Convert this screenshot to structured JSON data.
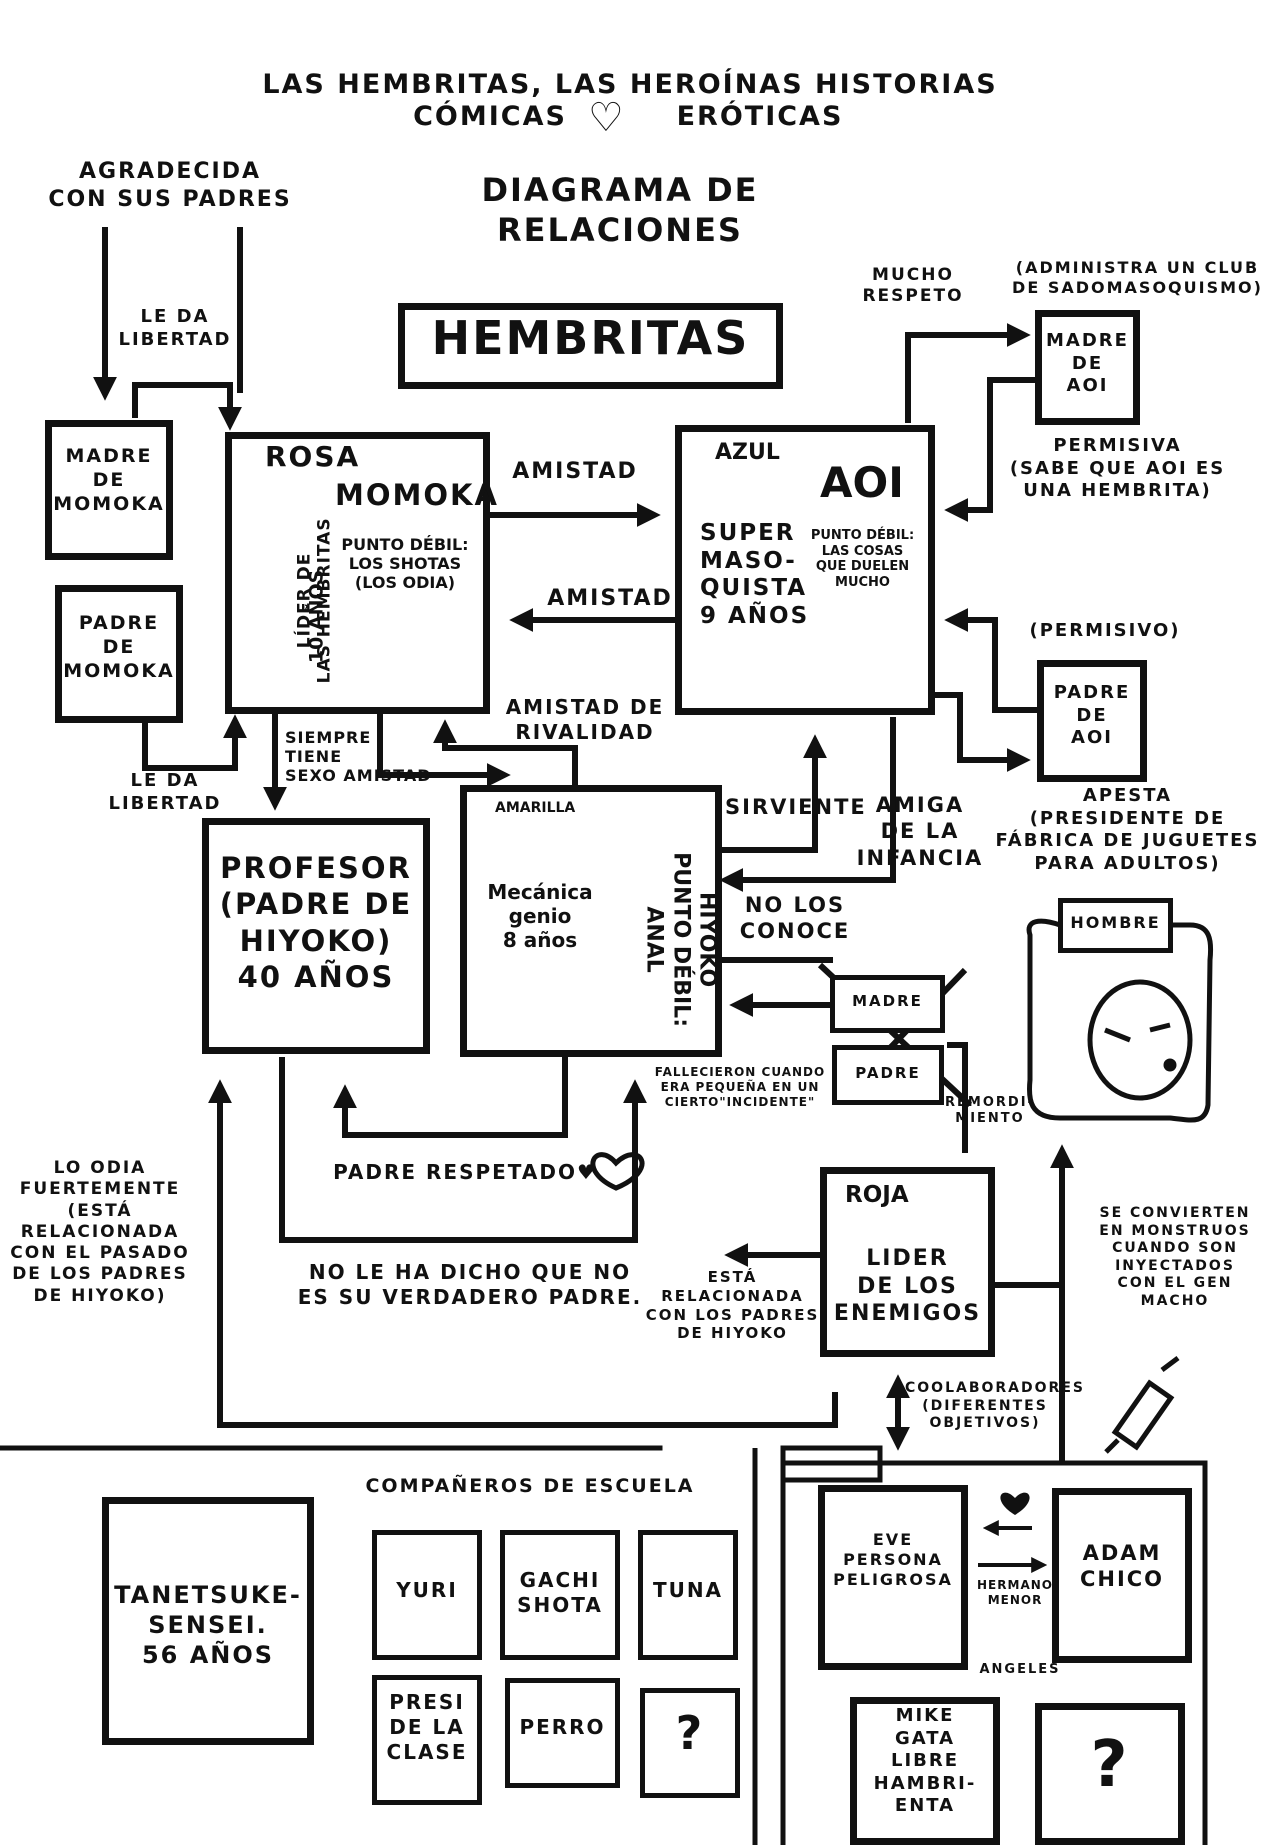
{
  "header": {
    "title_line1": "Las hembritas, las heroínas historias",
    "title_left": "cómicas",
    "title_right": "eróticas",
    "subtitle": "Diagrama de\nrelaciones",
    "group_title": "Hembritas"
  },
  "labels": {
    "agradecida": "Agradecida\ncon sus padres",
    "le_da_libertad_1": "Le da\nlibertad",
    "le_da_libertad_2": "Le da\nlibertad",
    "amistad_1": "Amistad",
    "amistad_2": "Amistad",
    "mucho_respeto": "Mucho\nrespeto",
    "administra": "(Administra un club\nde sadomasoquismo)",
    "permisiva": "Permisiva\n(Sabe que Aoi es\nuna hembrita)",
    "permisivo": "(Permisivo)",
    "siempre_tiene": "Siempre\ntiene\nsexo amistad",
    "amistad_rivalidad": "Amistad de\nrivalidad",
    "sirviente": "Sirviente",
    "amiga_infancia": "Amiga\nde la\ninfancia",
    "apesta": "Apesta\n(Presidente de\nfábrica de juguetes\npara adultos)",
    "no_los_conoce": "No los\nconoce",
    "fallecieron": "Fallecieron cuando\nera pequeña en un\ncierto\"incidente\"",
    "remordimiento": "Remordi-\nmiento",
    "padre_respetado": "Padre respetado♥",
    "no_le_ha_dicho": "No le ha dicho que no\nes su verdadero padre.",
    "lo_odia": "Lo odia\nfuertemente\n(Está\nrelacionada\ncon el pasado\nde los padres\nde Hiyoko)",
    "esta_relacionada": "Está\nrelacionada\ncon los padres\nde Hiyoko",
    "se_convierten": "Se convierten\nen monstruos\ncuando son\ninyectados\ncon el gen\nmacho",
    "coolaboradores": "Coolaboradores\n(Diferentes\nobjetivos)",
    "hermano_menor": "Hermano\nmenor",
    "angeles": "Angeles"
  },
  "characters": {
    "madre_momoka": "Madre\nde\nMomoka",
    "padre_momoka": "Padre\nde\nMomoka",
    "rosa": "Rosa",
    "momoka": "Momoka",
    "momoka_lider": "Líder de\nlas hembritas",
    "momoka_edad": "10 años",
    "momoka_debil": "Punto débil:\nLos shotas\n(Los odia)",
    "azul": "Azul",
    "aoi": "AOI",
    "aoi_desc": "Super\nmaso-\nquista\n9 años",
    "aoi_debil": "Punto débil:\nlas cosas\nque duelen\nmucho",
    "madre_aoi": "Madre\nde\nAoi",
    "padre_aoi": "Padre\nde\nAoi",
    "profesor": "Profesor\n(Padre de\nHiyoko)\n40 años",
    "amarilla": "Amarilla",
    "hiyoko_desc": "Mecánica\ngenio\n8 años",
    "hiyoko": "Hiyoko\nPunto débil:\nAnal",
    "madre_hiyoko": "Madre",
    "padre_hiyoko": "Padre",
    "hombre": "Hombre",
    "roja": "Roja",
    "lider_enemigos": "Lider\nde los\nenemigos"
  },
  "school": {
    "title": "Compañeros de escuela",
    "teacher": "Tanetsuke-\nsensei.\n56 años",
    "members": [
      "Yuri",
      "Gachi\nshota",
      "Tuna",
      "Presi\nde la\nclase",
      "Perro",
      "?"
    ]
  },
  "angels": {
    "eve": "Eve\npersona\npeligrosa",
    "adam": "Adam\nchico",
    "mike": "Mike\ngata\nlibre\nhambri-\nenta",
    "unknown": "?"
  }
}
